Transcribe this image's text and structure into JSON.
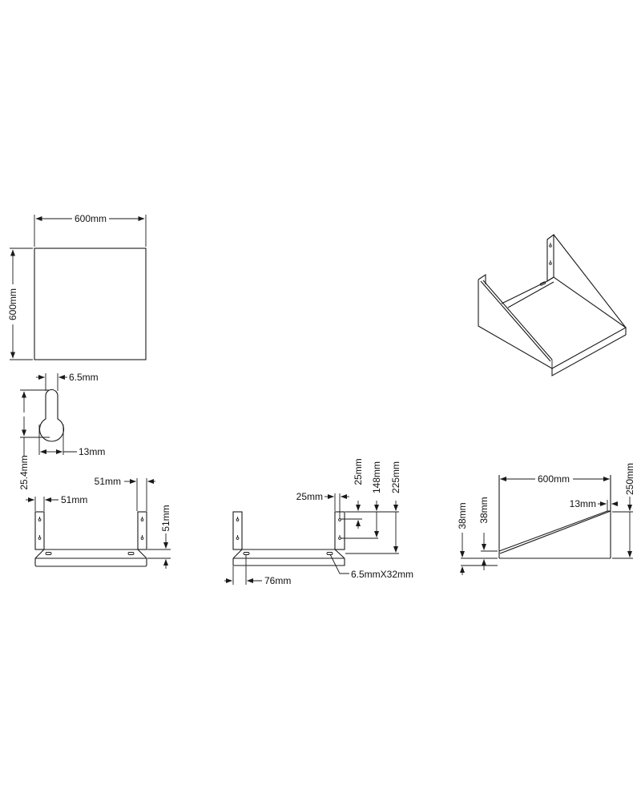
{
  "drawing": {
    "top_view": {
      "width_label": "600mm",
      "depth_label": "600mm"
    },
    "keyhole_detail": {
      "slot_width_label": "6.5mm",
      "head_diameter_label": "13mm",
      "length_label": "25.4mm"
    },
    "front_view": {
      "upright_width_label_left": "51mm",
      "upright_width_label_right": "51mm",
      "shelf_thickness_label": "51mm"
    },
    "rear_view": {
      "edge_offset_label": "25mm",
      "hole1_offset_label": "25mm",
      "hole2_offset_label": "148mm",
      "total_height_label": "225mm",
      "slot_offset_label": "76mm",
      "slot_size_label": "6.5mmX32mm"
    },
    "side_view": {
      "depth_label": "600mm",
      "height_label": "250mm",
      "top_lip_label": "13mm",
      "front_lip_label_a": "38mm",
      "front_lip_label_b": "38mm"
    },
    "isometric_view": {
      "description": "wall shelf isometric"
    }
  }
}
